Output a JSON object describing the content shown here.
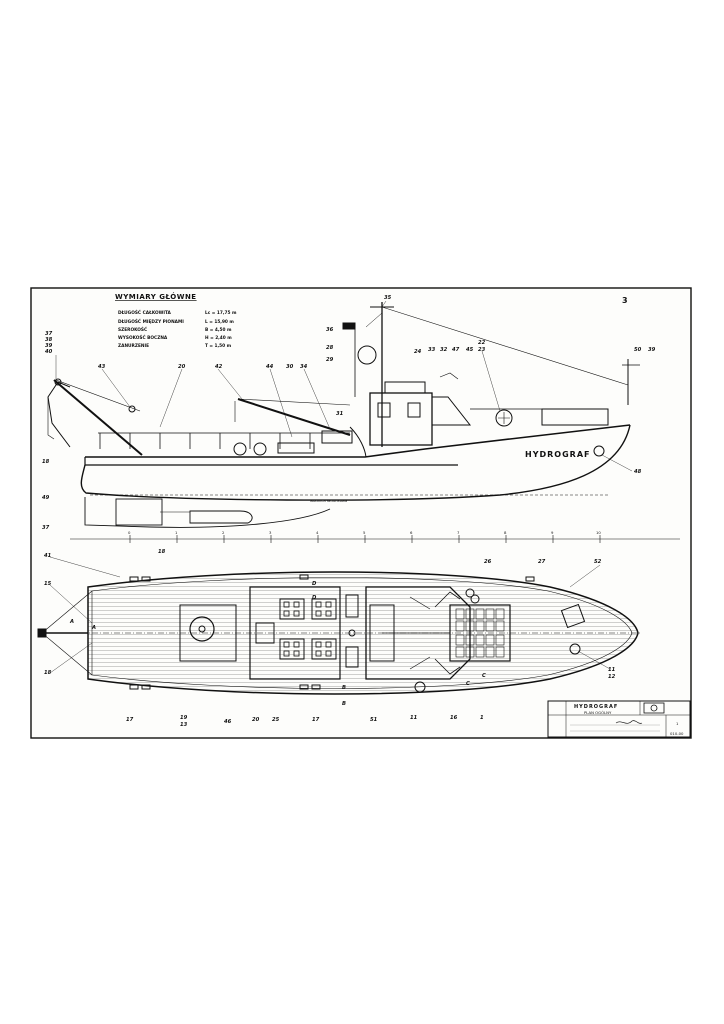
{
  "sheet": {
    "title": "WYMIARY GŁÓWNE",
    "corner_mark": "3",
    "ship_name": "HYDROGRAF",
    "waterline_label": "wodnica ładunkowa"
  },
  "dimensions": [
    {
      "label": "DŁUGOŚĆ CAŁKOWITA",
      "value": "Lc = 17,75 m"
    },
    {
      "label": "DŁUGOŚĆ MIĘDZY PIONAMI",
      "value": "L = 15,90 m"
    },
    {
      "label": "SZEROKOŚĆ",
      "value": "B = 4,50 m"
    },
    {
      "label": "WYSOKOŚĆ BOCZNA",
      "value": "H = 2,40 m"
    },
    {
      "label": "ZANURZENIE",
      "value": "T = 1,50 m"
    }
  ],
  "frames": [
    "0",
    "1",
    "2",
    "3",
    "4",
    "5",
    "6",
    "7",
    "8",
    "9",
    "10"
  ],
  "side_labels": [
    "37",
    "38",
    "39",
    "40",
    "43",
    "20",
    "42",
    "44",
    "30",
    "34",
    "35",
    "36",
    "28",
    "29",
    "31",
    "24",
    "33",
    "32",
    "47",
    "45",
    "22",
    "23",
    "50",
    "39",
    "18",
    "49",
    "48",
    "37",
    "18"
  ],
  "plan_labels": [
    "41",
    "15",
    "18",
    "17",
    "19",
    "13",
    "46",
    "20",
    "25",
    "17",
    "51",
    "11",
    "16",
    "1",
    "26",
    "27",
    "52",
    "11",
    "12"
  ],
  "section_marks": [
    "A",
    "A",
    "D",
    "D",
    "B",
    "B",
    "C",
    "C"
  ],
  "title_block": {
    "name": "HYDROGRAF",
    "subtitle": "PLAN OGÓLNY",
    "sheet_no": "1",
    "drawing_no": "010-00"
  }
}
